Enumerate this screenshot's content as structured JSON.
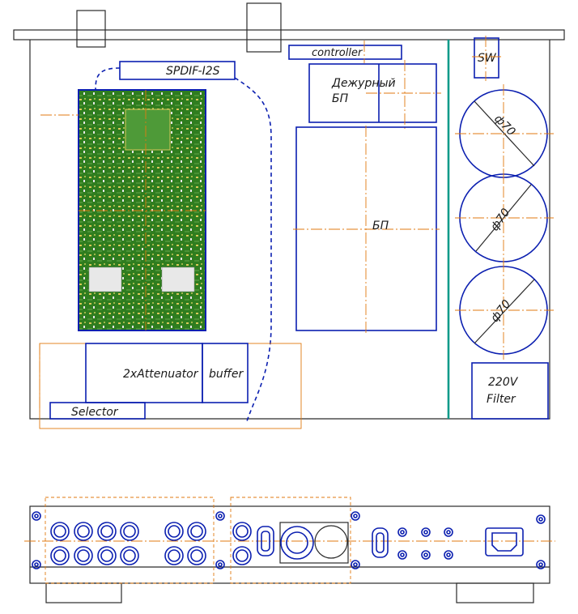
{
  "labels": {
    "spdif": "SPDIF-I2S",
    "controller": "controller",
    "standby_psu": [
      "Дежурный",
      "БП"
    ],
    "psu": "БП",
    "sw": "SW",
    "phi1": "ф70",
    "phi2": "ф70",
    "phi3": "ф70",
    "attenuator": "2xAttenuator",
    "buffer": "buffer",
    "selector": "Selector",
    "filter": [
      "220V",
      "Filter"
    ]
  },
  "colors": {
    "outline": "#0b1fb0",
    "centerline": "#e07a10",
    "divider": "#0f9a8a",
    "pcb": "#2f7d1f"
  }
}
